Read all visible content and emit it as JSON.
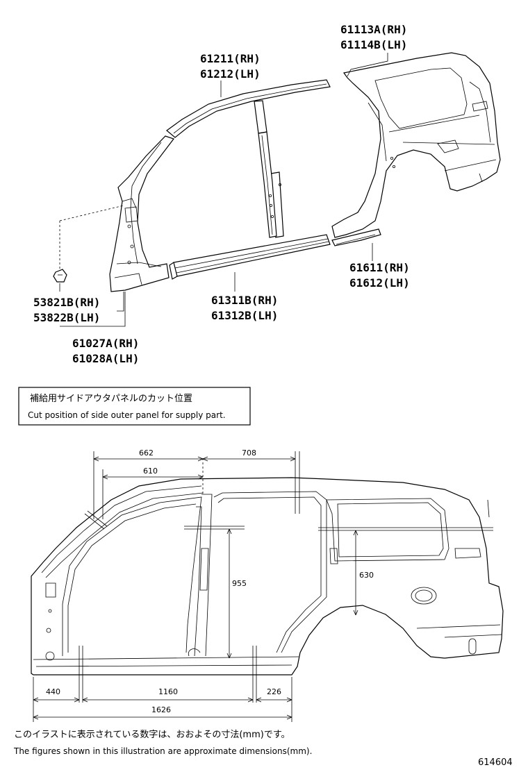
{
  "parts": {
    "p61113": {
      "rh": "61113A(RH)",
      "lh": "61114B(LH)"
    },
    "p61211": {
      "rh": "61211(RH)",
      "lh": "61212(LH)"
    },
    "p61611": {
      "rh": "61611(RH)",
      "lh": "61612(LH)"
    },
    "p61311": {
      "rh": "61311B(RH)",
      "lh": "61312B(LH)"
    },
    "p53821": {
      "rh": "53821B(RH)",
      "lh": "53822B(LH)"
    },
    "p61027": {
      "rh": "61027A(RH)",
      "lh": "61028A(LH)"
    }
  },
  "box": {
    "title_jp": "補給用サイドアウタパネルのカット位置",
    "title_en": "Cut position of side outer panel for supply part."
  },
  "dimensions": {
    "d662": "662",
    "d708": "708",
    "d610": "610",
    "d955": "955",
    "d630": "630",
    "d440": "440",
    "d1160": "1160",
    "d226": "226",
    "d1626": "1626"
  },
  "footer": {
    "note_jp": "このイラストに表示されている数字は、おおよその寸法(mm)です。",
    "note_en": "The figures shown in this illustration are approximate dimensions(mm).",
    "code": "614604"
  }
}
